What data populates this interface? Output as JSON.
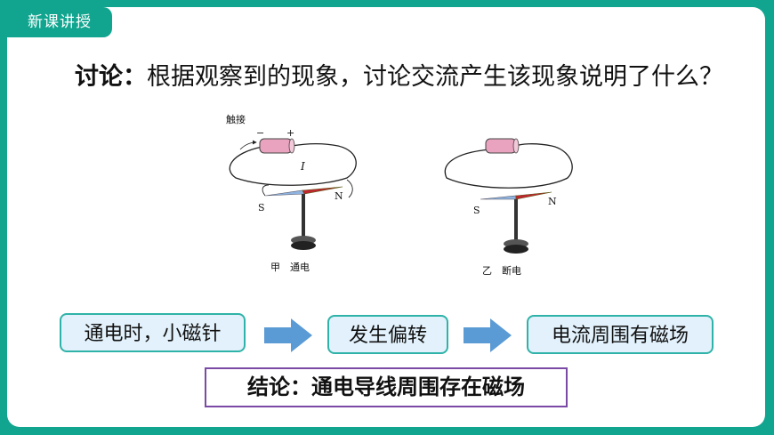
{
  "section_tag": "新课讲授",
  "discussion": {
    "label": "讨论：",
    "text": "根据观察到的现象，讨论交流产生该现象说明了什么？"
  },
  "figure": {
    "contact_label": "触接",
    "minus": "−",
    "plus": "+",
    "current_label": "I",
    "left_s": "S",
    "left_n": "N",
    "left_caption": "甲　通电",
    "right_s": "S",
    "right_n": "N",
    "right_caption": "乙　断电"
  },
  "flow": {
    "step1": "通电时，小磁针",
    "step2": "发生偏转",
    "step3": "电流周围有磁场"
  },
  "conclusion": "结论：通电导线周围存在磁场",
  "colors": {
    "frame": "#11a58f",
    "box_border": "#2fb3a8",
    "box_fill": "#e2f1fb",
    "arrow": "#5b9bd5",
    "conclusion_border": "#7a4aa5"
  }
}
